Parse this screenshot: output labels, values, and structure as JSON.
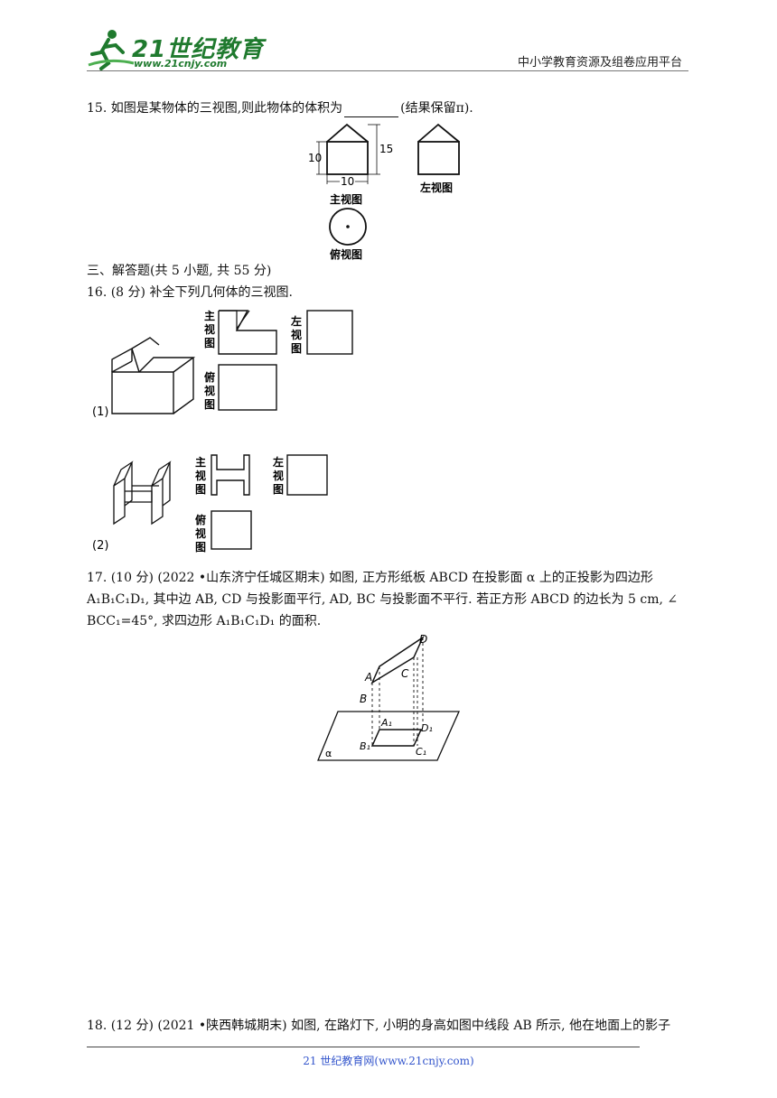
{
  "header": {
    "logo_text": "21世纪教育",
    "logo_url": "www.21cnjy.com",
    "platform": "中小学教育资源及组卷应用平台"
  },
  "q15": {
    "prefix": "15. 如图是某物体的三视图,则此物体的体积为",
    "suffix": "(结果保留π).",
    "dim_height": "10",
    "dim_width": "10",
    "dim_total": "15",
    "front_label": "主视图",
    "left_label": "左视图",
    "top_label": "俯视图"
  },
  "section3": "三、解答题(共 5 小题, 共 55 分)",
  "q16": {
    "text": "16. (8 分) 补全下列几何体的三视图.",
    "part1": "(1)",
    "part2": "(2)",
    "front_label": "主视图",
    "left_label": "左视图",
    "top_label": "俯视图"
  },
  "q17": {
    "line1": "17. (10 分) (2022 •山东济宁任城区期末) 如图, 正方形纸板 ABCD 在投影面 α 上的正投影为四边形",
    "line2": "A₁B₁C₁D₁, 其中边 AB, CD 与投影面平行, AD, BC 与投影面不平行. 若正方形 ABCD 的边长为 5 cm, ∠",
    "line3": "BCC₁=45°, 求四边形 A₁B₁C₁D₁ 的面积.",
    "labels": {
      "A": "A",
      "B": "B",
      "C": "C",
      "D": "D",
      "A1": "A₁",
      "B1": "B₁",
      "C1": "C₁",
      "D1": "D₁",
      "alpha": "α"
    }
  },
  "q18": {
    "text": "18. (12 分) (2021 •陕西韩城期末) 如图, 在路灯下, 小明的身高如图中线段 AB 所示, 他在地面上的影子"
  },
  "footer": "21 世纪教育网(www.21cnjy.com)"
}
